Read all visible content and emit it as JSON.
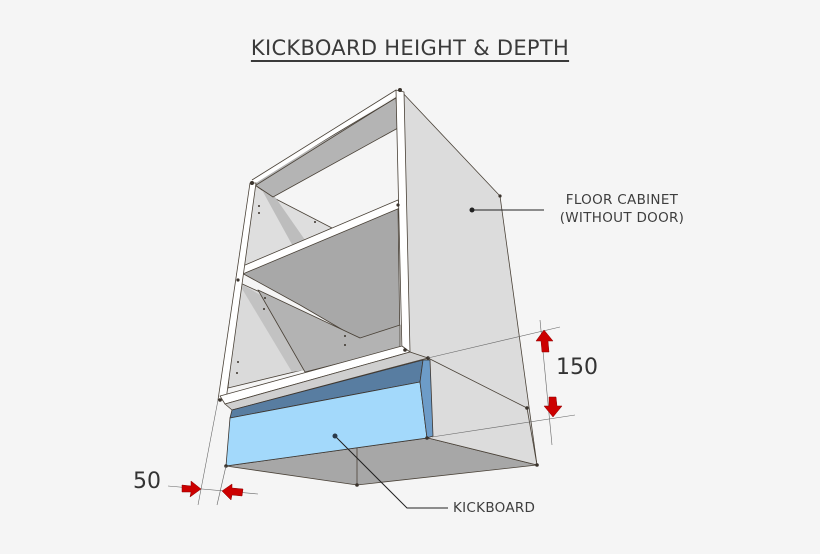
{
  "title": "KICKBOARD HEIGHT & DEPTH",
  "labels": {
    "floor_cabinet_line1": "FLOOR CABINET",
    "floor_cabinet_line2": "(WITHOUT DOOR)",
    "kickboard": "KICKBOARD"
  },
  "dimensions": {
    "kickboard_height": "150",
    "kickboard_depth": "50"
  },
  "colors": {
    "background": "#f5f5f5",
    "panel_light": "#dadada",
    "panel_mid": "#c4c4c4",
    "panel_dark": "#a9a9a9",
    "edge_white": "#ffffff",
    "kickboard_front": "#a3d9fb",
    "kickboard_top": "#5a7fa3",
    "kickboard_side": "#6d9cc8",
    "arrow_red": "#cc0000",
    "text": "#3a3a3a"
  }
}
